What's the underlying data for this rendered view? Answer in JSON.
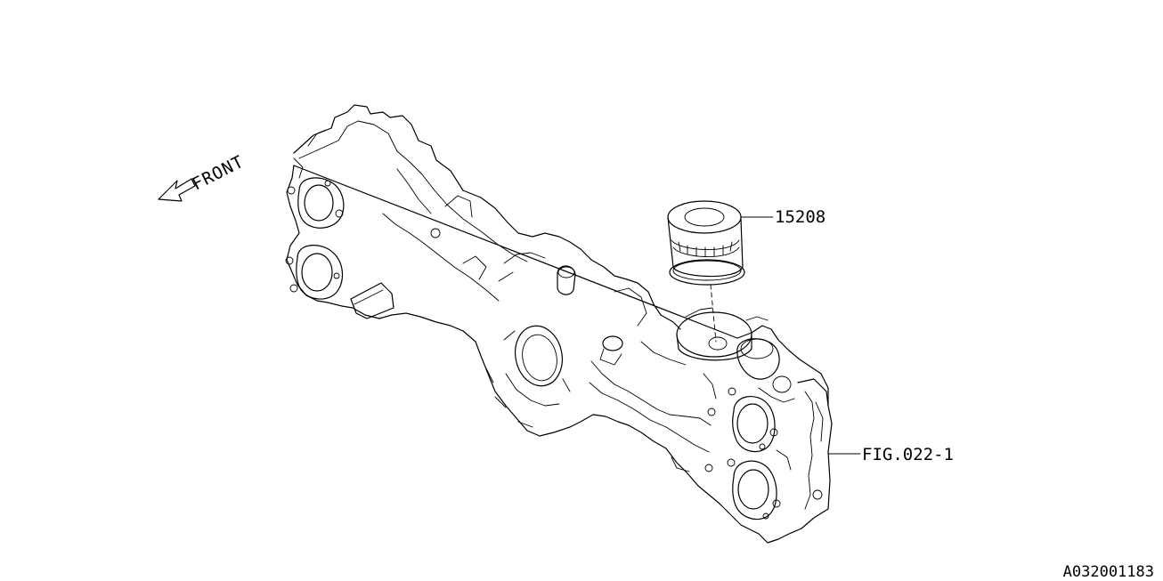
{
  "direction": {
    "label": "FRONT"
  },
  "callouts": [
    {
      "part_no": "15208"
    },
    {
      "part_no": "FIG.022-1"
    }
  ],
  "illustration_code": "A032001183"
}
